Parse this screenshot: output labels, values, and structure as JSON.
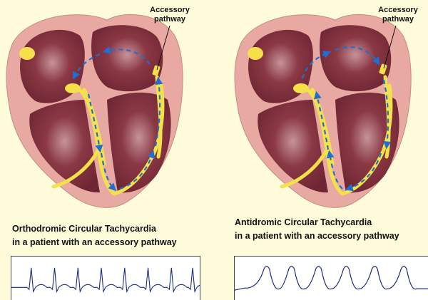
{
  "panels": [
    {
      "id": "orthodromic",
      "pathway_label_line1": "Accessory",
      "pathway_label_line2": "pathway",
      "caption_line1": "Orthodromic Circular Tachycardia",
      "caption_line2": "in a patient with an accessory pathway",
      "ecg_type": "narrow-complex"
    },
    {
      "id": "antidromic",
      "pathway_label_line1": "Accessory",
      "pathway_label_line2": "pathway",
      "caption_line1": "Antidromic Circular Tachycardia",
      "caption_line2": "in a patient with an accessory pathway",
      "ecg_type": "wide-complex"
    }
  ],
  "colors": {
    "background": "#fdfbd9",
    "heart_wall": "#e8a9a3",
    "chamber": "#8a3844",
    "conduction": "#f3e04a",
    "arrow": "#1f6fd1",
    "ecg_trace": "#1a2a80"
  }
}
